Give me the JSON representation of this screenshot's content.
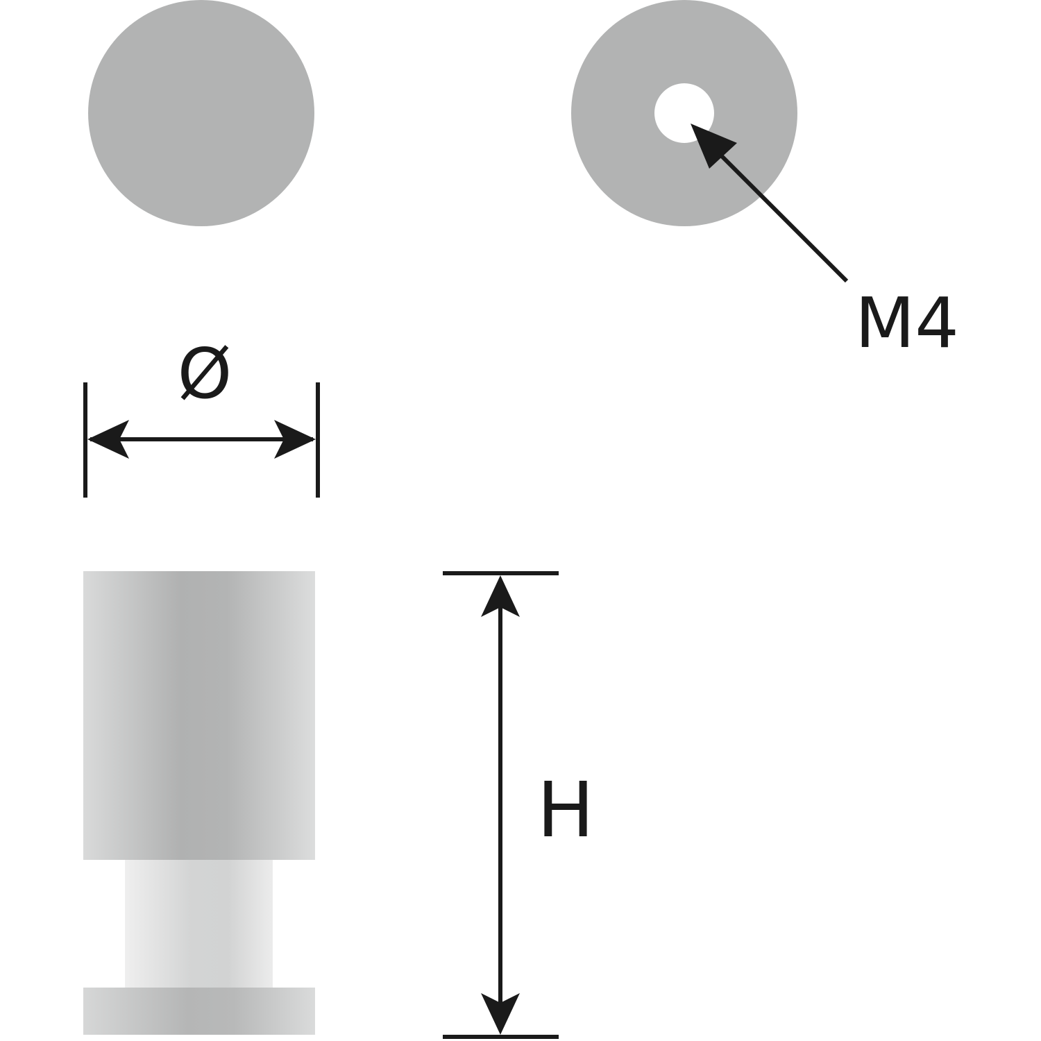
{
  "labels": {
    "diameter": "Ø",
    "height": "H",
    "thread": "M4"
  },
  "colors": {
    "background": "#ffffff",
    "part_gray": "#b2b3b3",
    "ink": "#1a1a1a"
  }
}
